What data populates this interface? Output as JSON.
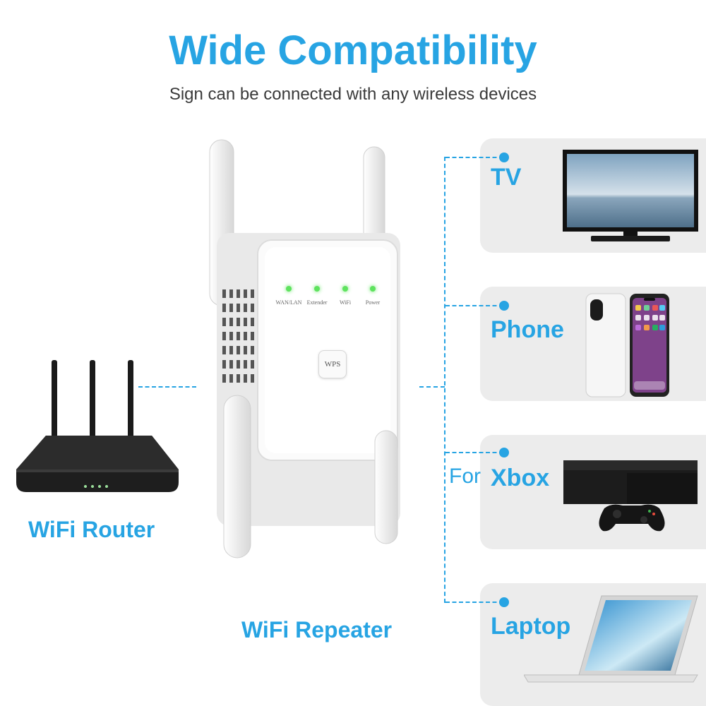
{
  "header": {
    "title": "Wide Compatibility",
    "subtitle": "Sign can be connected with any wireless devices"
  },
  "router": {
    "label": "WiFi Router"
  },
  "repeater": {
    "label": "WiFi Repeater",
    "wps_label": "WPS",
    "leds": [
      "WAN/LAN",
      "Extender",
      "WiFi",
      "Power"
    ]
  },
  "devices": {
    "tv": "TV",
    "phone": "Phone",
    "xbox_prefix": "For",
    "xbox": "Xbox",
    "laptop": "Laptop"
  },
  "colors": {
    "accent": "#27a4e3",
    "card_bg": "#ececec",
    "led": "#5ee35e"
  }
}
